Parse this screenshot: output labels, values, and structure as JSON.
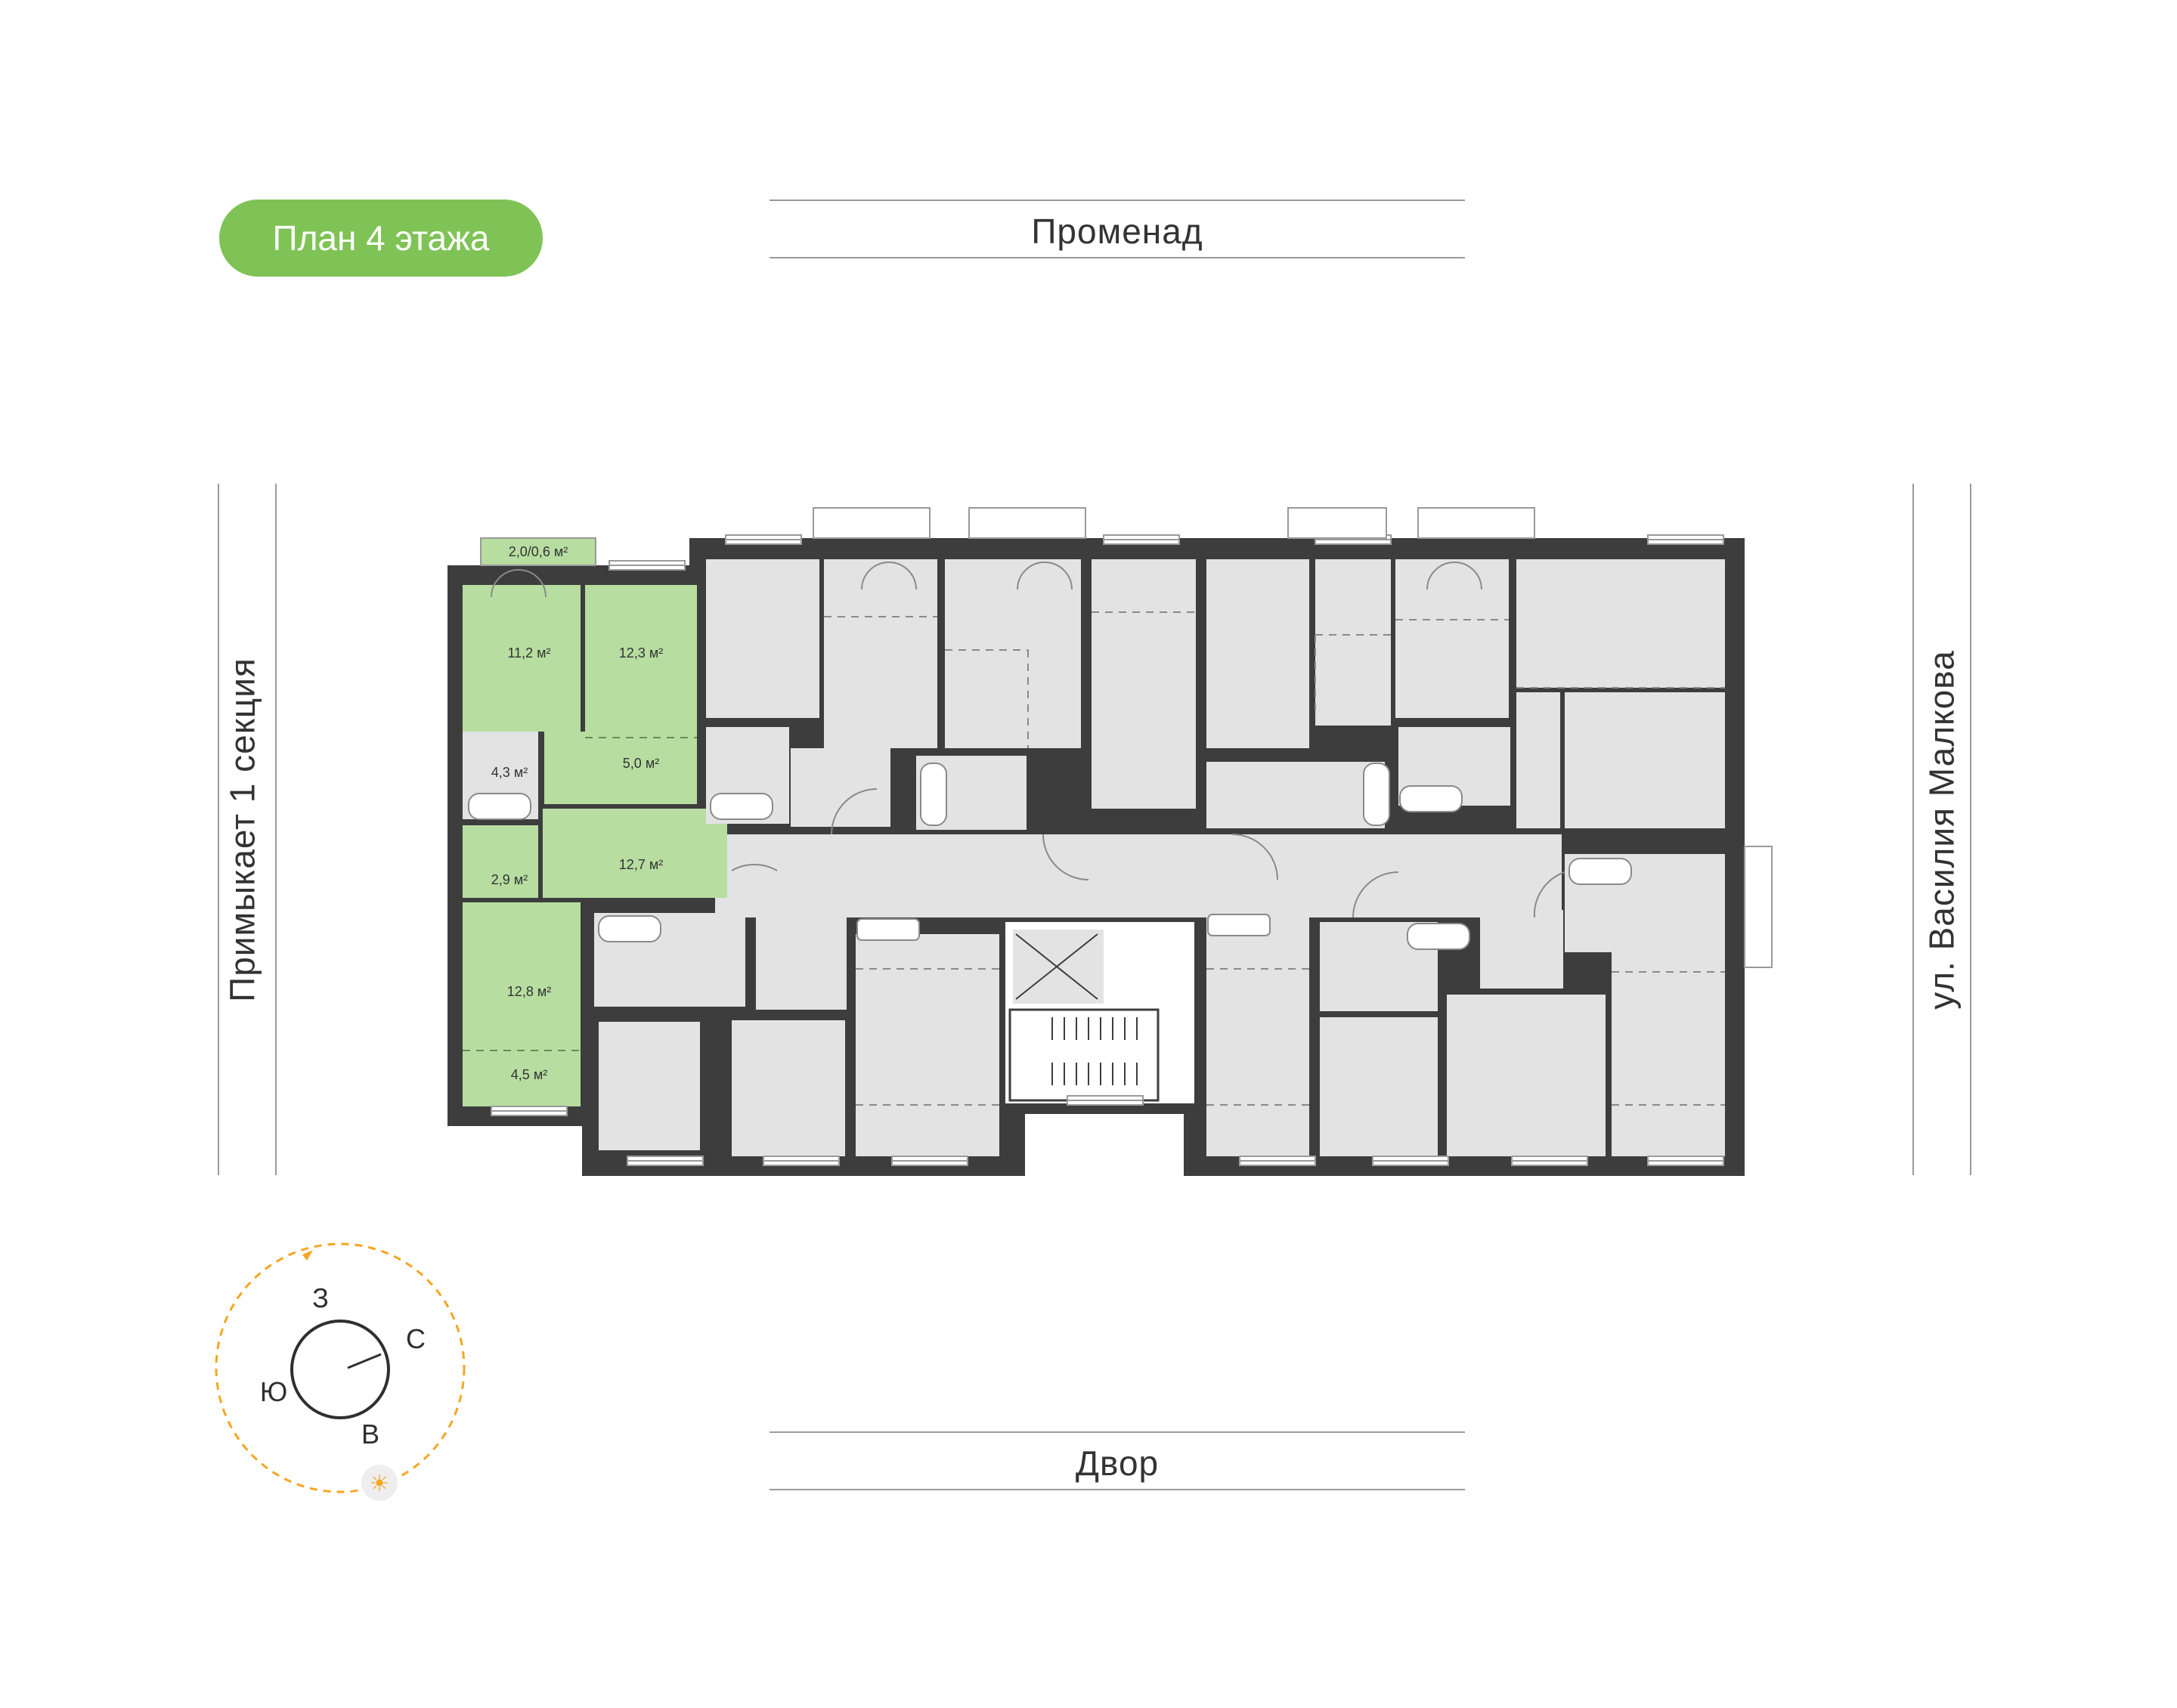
{
  "plan": {
    "floor_label": "План 4 этажа"
  },
  "streets": {
    "top": "Променад",
    "bottom": "Двор",
    "left": "Примыкает 1 секция",
    "right": "ул. Василия Малкова"
  },
  "compass": {
    "north": "С",
    "south": "Ю",
    "east": "В",
    "west": "З"
  },
  "apartment": {
    "highlight_color": "#b7dda0",
    "rooms": {
      "balcony": "2,0/0,6 м²",
      "room_a": "11,2 м²",
      "room_b": "12,3 м²",
      "kitchen": "5,0 м²",
      "bath": "4,3 м²",
      "wc": "2,9 м²",
      "hall": "12,7 м²",
      "room_c": "12,8 м²",
      "loggia": "4,5 м²"
    }
  },
  "colors": {
    "accent": "#7fc356",
    "wall": "#3d3d3d",
    "unit_fill": "#e3e3e3",
    "sun": "#f5a623"
  }
}
